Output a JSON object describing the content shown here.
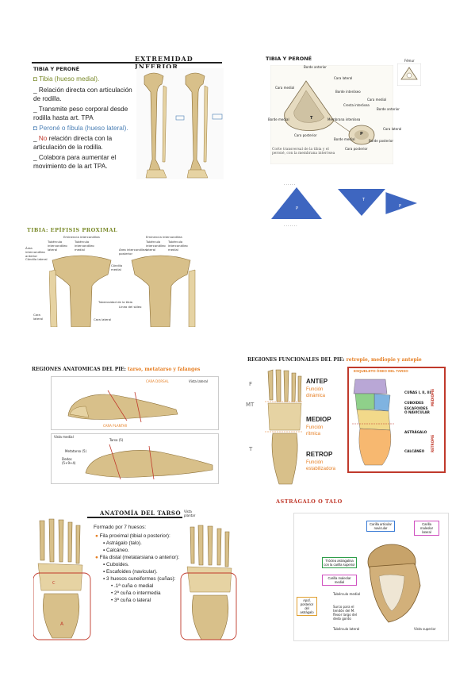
{
  "slide1": {
    "title": "EXTREMIDAD INFERIOR",
    "subtitle": "TIBIA Y PERONÉ",
    "items": [
      {
        "bullet": "◘",
        "text": "Tibia (hueso medial).",
        "color": "#7a8a2a"
      },
      {
        "bullet": "_",
        "text": "Relación directa con articulación de rodilla.",
        "color": "#222222"
      },
      {
        "bullet": "_",
        "text": "Transmite peso corporal desde rodilla hasta art. TPA",
        "color": "#222222"
      },
      {
        "bullet": "◘",
        "text": "Peroné o fíbula (hueso lateral).",
        "color": "#4a7fb5"
      },
      {
        "bullet": "_",
        "text": "No relación directa con la articulación de la rodilla.",
        "prefix": "No",
        "color": "#222222"
      },
      {
        "bullet": "_",
        "text": "Colabora para aumentar el movimiento de la art TPA.",
        "color": "#222222"
      }
    ],
    "no_color": "#c0392b"
  },
  "slide2": {
    "title": "TIBIA Y PERONÉ",
    "labels": [
      "Borde anterior",
      "Cara lateral",
      "Cara medial",
      "Borde interóseo",
      "Borde medial",
      "Cara posterior",
      "Cara medial",
      "Cresta interósea",
      "Borde anterior",
      "Membrana interósea",
      "Cara lateral",
      "Borde posterior",
      "Borde medial",
      "Cara posterior",
      "Fémur"
    ],
    "t_letter": "T",
    "p_letter": "P",
    "caption": "Corte transversal de la tibia y el peroné, con la membrana interósea"
  },
  "slide3": {
    "tri1_letter": "P",
    "tri2_t": "T",
    "tri2_p": "P"
  },
  "slide4": {
    "title": "TIBIA: EPÍFISIS PROXIMAL",
    "labels": [
      "Eminencia intercondílea",
      "Tubérculo intercondíleo lateral",
      "Tubérculo intercondíleo medial",
      "Área intercondílea anterior",
      "Cóndilo lateral",
      "Cóndilo medial",
      "Tuberosidad de la tibia",
      "Línea del sóleo",
      "Cara lateral",
      "Cara lateral",
      "Área intercondílea posterior",
      "Eminencia intercondílea",
      "Tubérculo intercondíleo lateral",
      "Tubérculo intercondíleo medial"
    ]
  },
  "slide5": {
    "title_prefix": "REGIONES ANATÓMICAS DEL PIE: ",
    "title_colored": "tarso, metatarso y falanges",
    "labels": [
      "CARA DORSAL",
      "Vista lateral",
      "CARA PLANTAR",
      "Vista medial",
      "Tarso (5)",
      "Metatarso (5)",
      "Dedos (5+9+4)"
    ]
  },
  "slide6": {
    "title_prefix": "REGIONES FUNCIONALES DEL PIE: ",
    "title_colored": "retropie, mediopie y antepie",
    "side_letters": [
      "F",
      "MT",
      "T"
    ],
    "regions": [
      {
        "name": "ANTEP",
        "func": "Función dinámica"
      },
      {
        "name": "MEDIOP",
        "func": "Función rítmica"
      },
      {
        "name": "RETROP",
        "func": "Función estabilizadora"
      }
    ],
    "box_title": "ESQUELETO ÓSEO DEL TARSO",
    "bones": [
      "CUÑAS I, II, III",
      "CUBOIDES",
      "ESCAFOIDES O NAVICULAR",
      "ASTRÁGALO",
      "CALCÁNEO"
    ],
    "side_vert": [
      "MEDIOPIE",
      "RETROPIE"
    ]
  },
  "slide7": {
    "title": "ANATOMÍA DEL TARSO",
    "view_label": "Vista plantar",
    "intro": "Formado por 7 huesos:",
    "lines": [
      {
        "level": 1,
        "text": "Fila proximal (tibial o posterior):"
      },
      {
        "level": 2,
        "text": "Astrágalo (talo)."
      },
      {
        "level": 2,
        "text": "Calcáneo."
      },
      {
        "level": 1,
        "text": "Fila distal (metatarsiana o anterior):"
      },
      {
        "level": 2,
        "text": "Cuboides."
      },
      {
        "level": 2,
        "text": "Escafoides (navicular)."
      },
      {
        "level": 2,
        "text": "3 huesos cuneiformes (cuñas):"
      },
      {
        "level": 3,
        "text": ".1ª cuña o medial"
      },
      {
        "level": 3,
        "text": "2ª cuña o intermedia"
      },
      {
        "level": 3,
        "text": "3ª cuña o lateral"
      }
    ]
  },
  "slide8": {
    "title": "ASTRÁGALO O TALO",
    "labels": [
      {
        "text": "Carilla articular navicular",
        "border": "#3a7bd5"
      },
      {
        "text": "Carilla maleolar lateral",
        "border": "#d050c0"
      },
      {
        "text": "Tróclea astragalina con la carilla superior",
        "border": "#2e9e4a"
      },
      {
        "text": "Carilla maleolar medial",
        "border": "#d050c0"
      },
      {
        "text": "Apof. posterior del astrágalo",
        "border": "#e0a030"
      }
    ],
    "plain_labels": [
      "Tubérculo medial",
      "Surco para el tendón del M. flexor largo del dedo gordo",
      "Tubérculo lateral",
      "Vista superior"
    ]
  },
  "colors": {
    "bone": "#d8c08a",
    "accent_orange": "#e67e22",
    "accent_red": "#c0392b",
    "blue_bullet": "#4a7fb5",
    "olive": "#7a8a2a"
  }
}
